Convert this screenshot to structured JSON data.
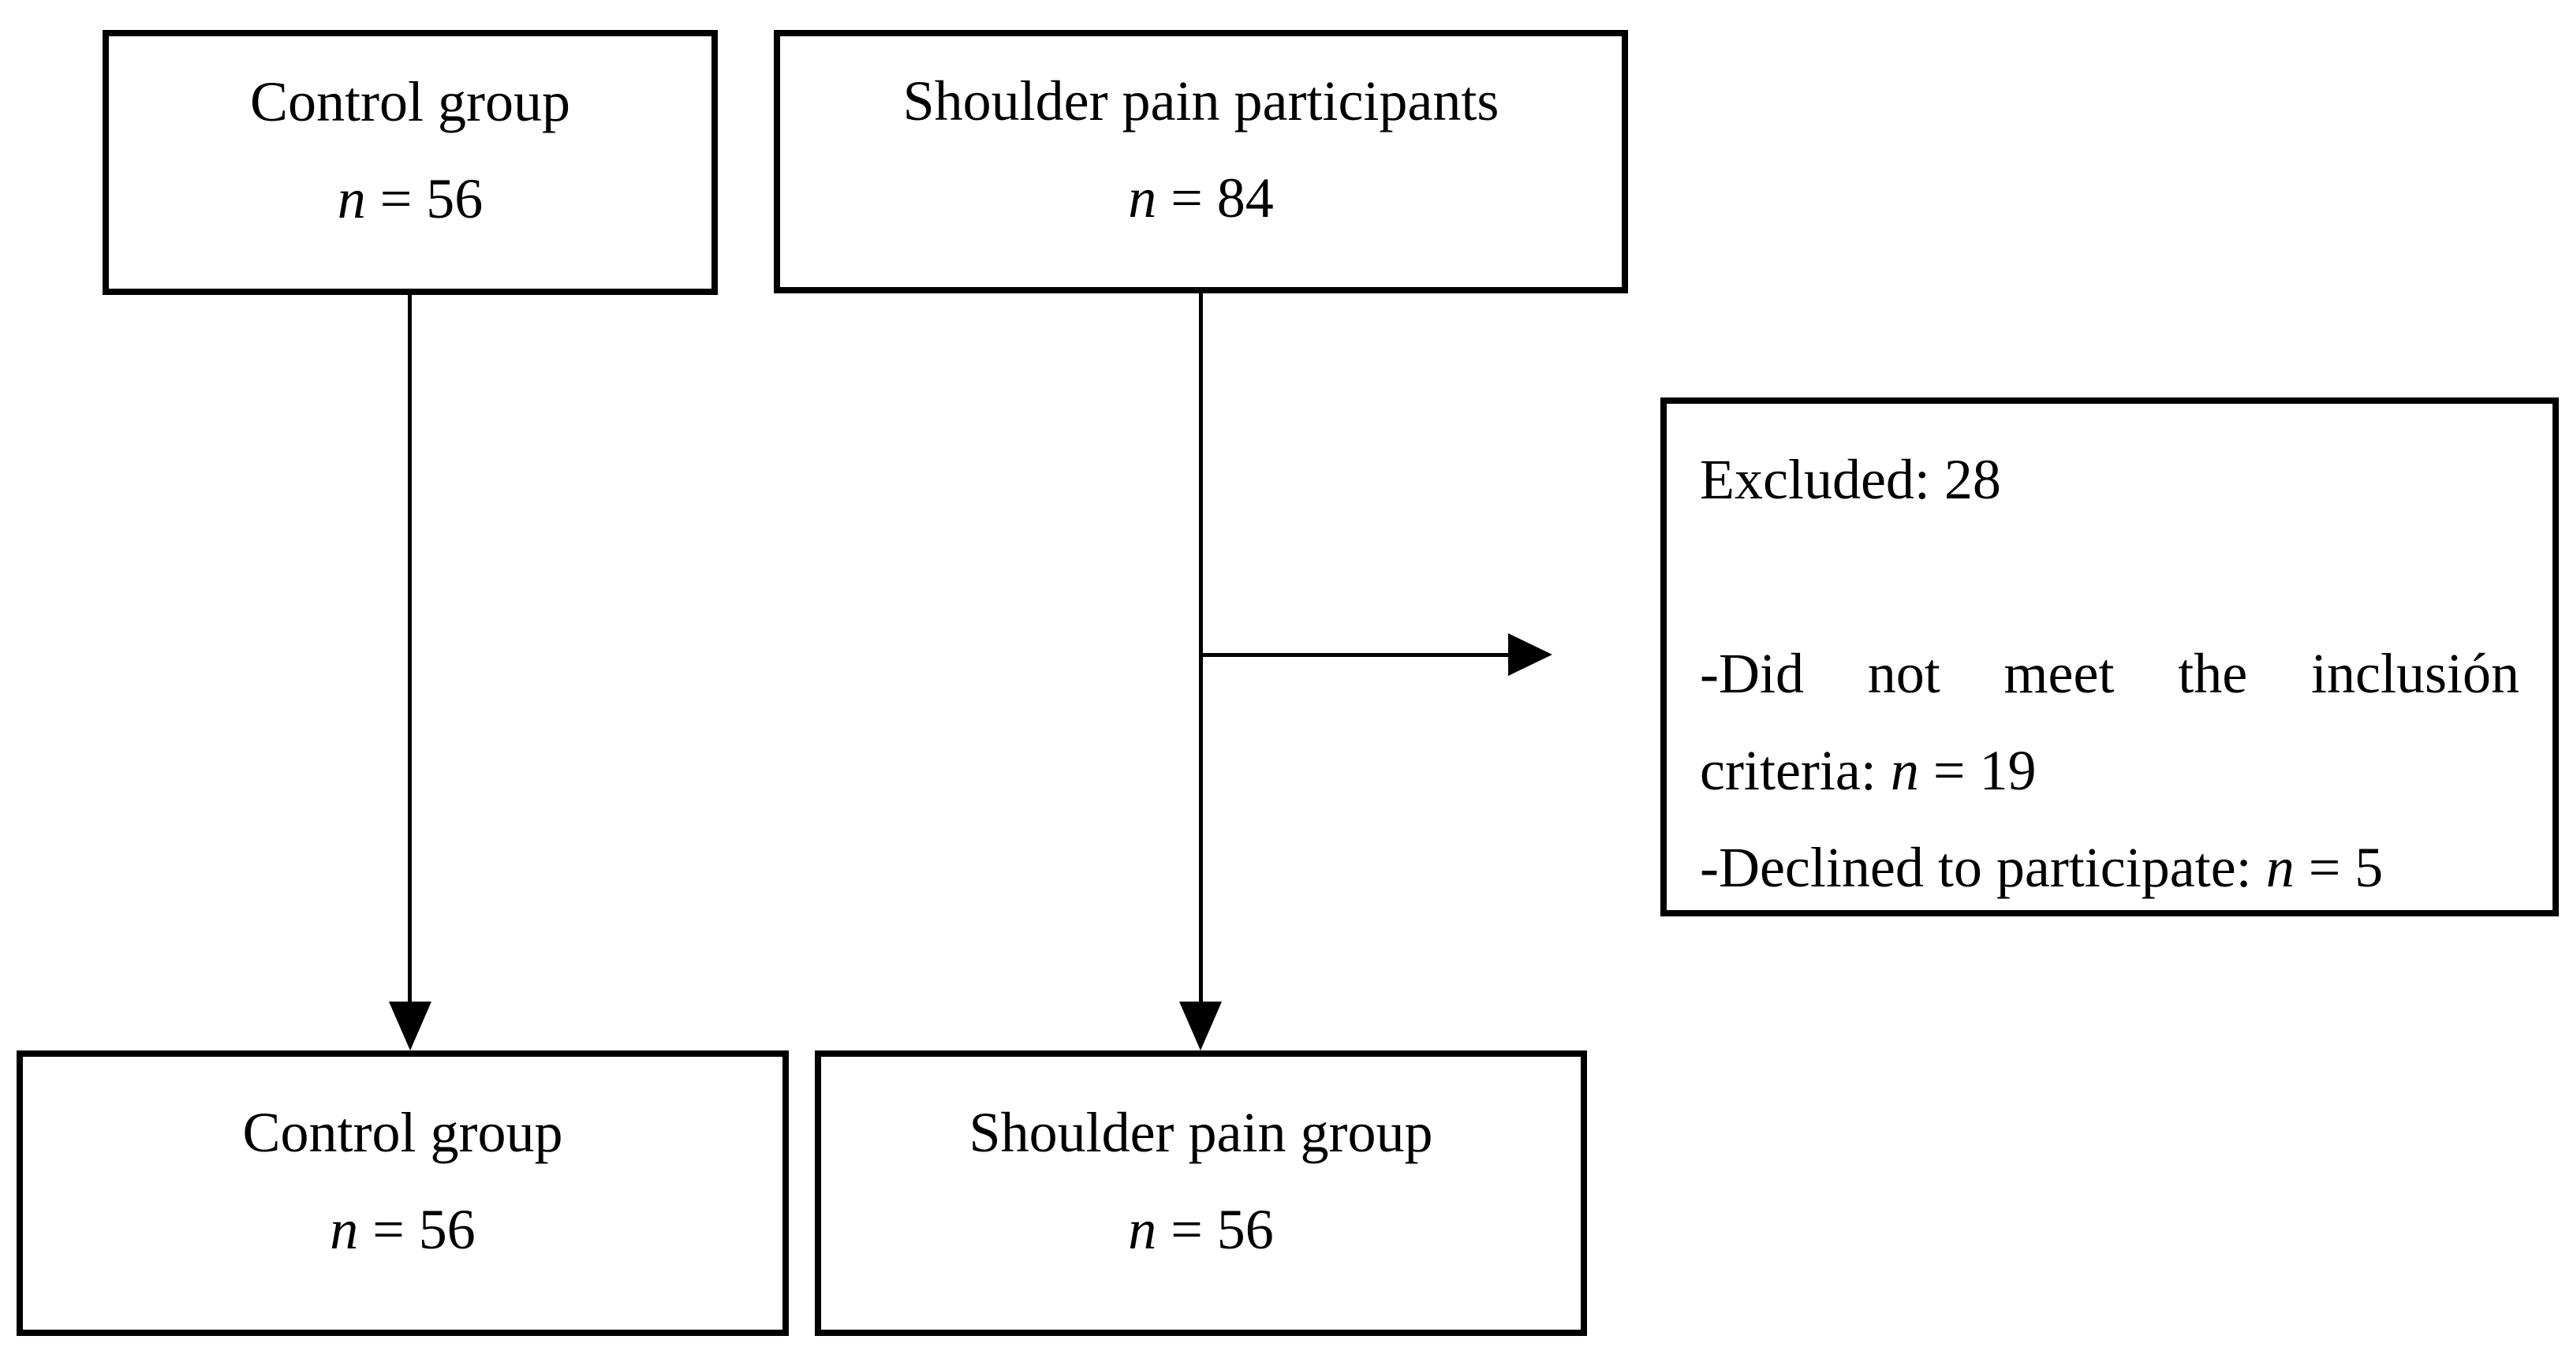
{
  "diagram": {
    "boxes": {
      "control_top": {
        "title": "Control group",
        "n_symbol": "n",
        "n_value": " = 56"
      },
      "shoulder_participants": {
        "title": "Shoulder pain participants",
        "n_symbol": "n",
        "n_value": " = 84"
      },
      "excluded": {
        "line1": "Excluded: 28",
        "line2_justified": "-Did not meet the inclusión",
        "line3_prefix": "criteria: ",
        "line3_n": "n",
        "line3_suffix": " = 19",
        "line4_prefix": "-Declined to participate: ",
        "line4_n": "n",
        "line4_suffix": " = 5"
      },
      "control_bottom": {
        "title": "Control group",
        "n_symbol": "n",
        "n_value": " = 56"
      },
      "shoulder_group": {
        "title": "Shoulder pain group",
        "n_symbol": "n",
        "n_value": " = 56"
      }
    },
    "colors": {
      "line": "#000000",
      "box_border": "#000000",
      "background": "#ffffff"
    }
  }
}
